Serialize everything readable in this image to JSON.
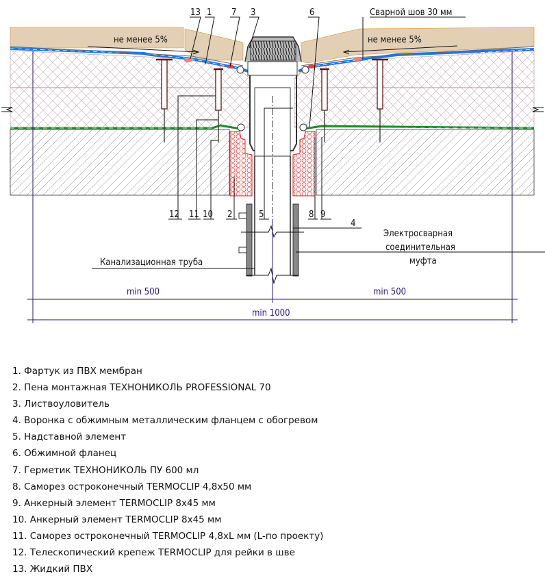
{
  "drawing": {
    "callouts_top": [
      "13",
      "1",
      "7",
      "3",
      "6"
    ],
    "weld_label": "Сварной шов 30 мм",
    "slope_left": "не менее 5%",
    "slope_right": "не менее 5%",
    "callouts_bottom": [
      "12",
      "11",
      "10",
      "2",
      "5",
      "8",
      "9"
    ],
    "callout_4": "4",
    "pipe_label": "Канализационная труба",
    "coupling_label": [
      "Электросварная",
      "соединительная",
      "муфта"
    ],
    "dim_left": "min 500",
    "dim_right": "min 500",
    "dim_total": "min 1000"
  },
  "legend": [
    "1.  Фартук из ПВХ мембран",
    "2.  Пена монтажная ТЕХНОНИКОЛЬ PROFESSIONAL 70",
    "3.  Листвоуловитель",
    "4.  Воронка с обжимным металлическим фланцем с обогревом",
    "5.  Надставной элемент",
    "6.  Обжимной фланец",
    "7.  Герметик ТЕХНОНИКОЛЬ ПУ 600 мл",
    "8.  Саморез остроконечный TERMOCLIP 4,8х50 мм",
    "9.  Анкерный элемент TERMOCLIP 8х45 мм",
    "10.  Анкерный элемент TERMOCLIP 8х45 мм",
    "11.  Саморез остроконечный TERMOCLIP 4,8хL мм (L-по проекту)",
    "12.  Телескопический крепеж TERMOCLIP для рейки в шве",
    "13.  Жидкий ПВХ"
  ],
  "colors": {
    "ballast": "#e3cfb4",
    "membrane": "#1e78e0",
    "insulation_hatch": "#c9a7b4",
    "vapor": "#1f8a2a",
    "foam": "#e02020",
    "dimension": "#2a1570"
  }
}
